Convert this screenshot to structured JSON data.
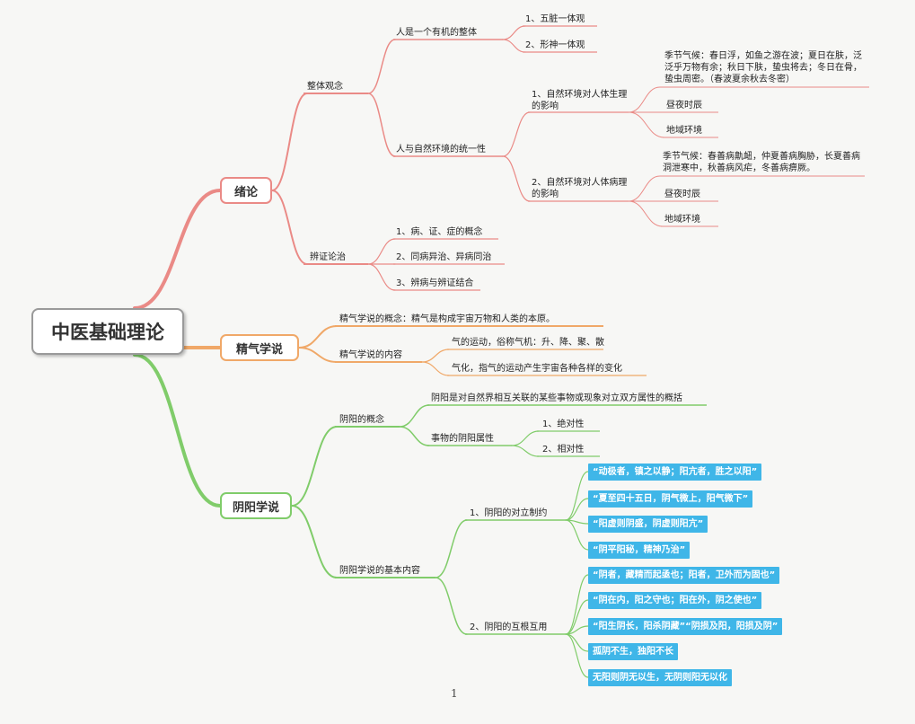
{
  "root": {
    "title": "中医基础理论"
  },
  "colors": {
    "red": "#ea8a86",
    "orange": "#f0a868",
    "green": "#80cc6a",
    "quote_bg": "#3fb6e8"
  },
  "branches": {
    "xulun": {
      "label": "绪论",
      "zhengti": {
        "label": "整体观念",
        "youji": {
          "label": "人是一个有机的整体",
          "items": [
            "1、五脏一体观",
            "2、形神一体观"
          ]
        },
        "ziran": {
          "label": "人与自然环境的统一性",
          "shengli": {
            "label": "1、自然环境对人体生理的影响",
            "items": [
              "季节气候：春日浮，如鱼之游在波；夏日在肤，泛泛乎万物有余；秋日下肤，蛰虫将去；冬日在骨，蛰虫周密。（春波夏余秋去冬密）",
              "昼夜时辰",
              "地域环境"
            ]
          },
          "bingli": {
            "label": "2、自然环境对人体病理的影响",
            "items": [
              "季节气候：春善病鼽衄，仲夏善病胸胁，长夏善病洞泄寒中，秋善病风疟，冬善病痹厥。",
              "昼夜时辰",
              "地域环境"
            ]
          }
        }
      },
      "bianzheng": {
        "label": "辨证论治",
        "items": [
          "1、病、证、症的概念",
          "2、同病异治、异病同治",
          "3、辨病与辨证结合"
        ]
      }
    },
    "jingqi": {
      "label": "精气学说",
      "gainian": "精气学说的概念：精气是构成宇宙万物和人类的本原。",
      "neirong": {
        "label": "精气学说的内容",
        "items": [
          "气的运动，俗称气机：升、降、聚、散",
          "气化，指气的运动产生宇宙各种各样的变化"
        ]
      }
    },
    "yinyang": {
      "label": "阴阳学说",
      "gainian": {
        "label": "阴阳的概念",
        "dingyi": "阴阳是对自然界相互关联的某些事物或现象对立双方属性的概括",
        "shuxing": {
          "label": "事物的阴阳属性",
          "items": [
            "1、绝对性",
            "2、相对性"
          ]
        }
      },
      "neirong": {
        "label": "阴阳学说的基本内容",
        "duili": {
          "label": "1、阴阳的对立制约",
          "items": [
            "“动极者，镇之以静；阳亢者，胜之以阳”",
            "“夏至四十五日，阴气微上，阳气微下”",
            "“阳虚则阴盛，阴虚则阳亢”",
            "“阴平阳秘，精神乃治”"
          ]
        },
        "hugen": {
          "label": "2、阴阳的互根互用",
          "items": [
            "“阴者，藏精而起亟也；阳者，卫外而为固也”",
            "“阴在内，阳之守也；阳在外，阴之使也”",
            "“阳生阴长，阳杀阴藏”“阴损及阳，阳损及阴”",
            "孤阴不生，独阳不长",
            "无阳则阴无以生，无阴则阳无以化"
          ]
        }
      }
    }
  },
  "page_number": "1"
}
